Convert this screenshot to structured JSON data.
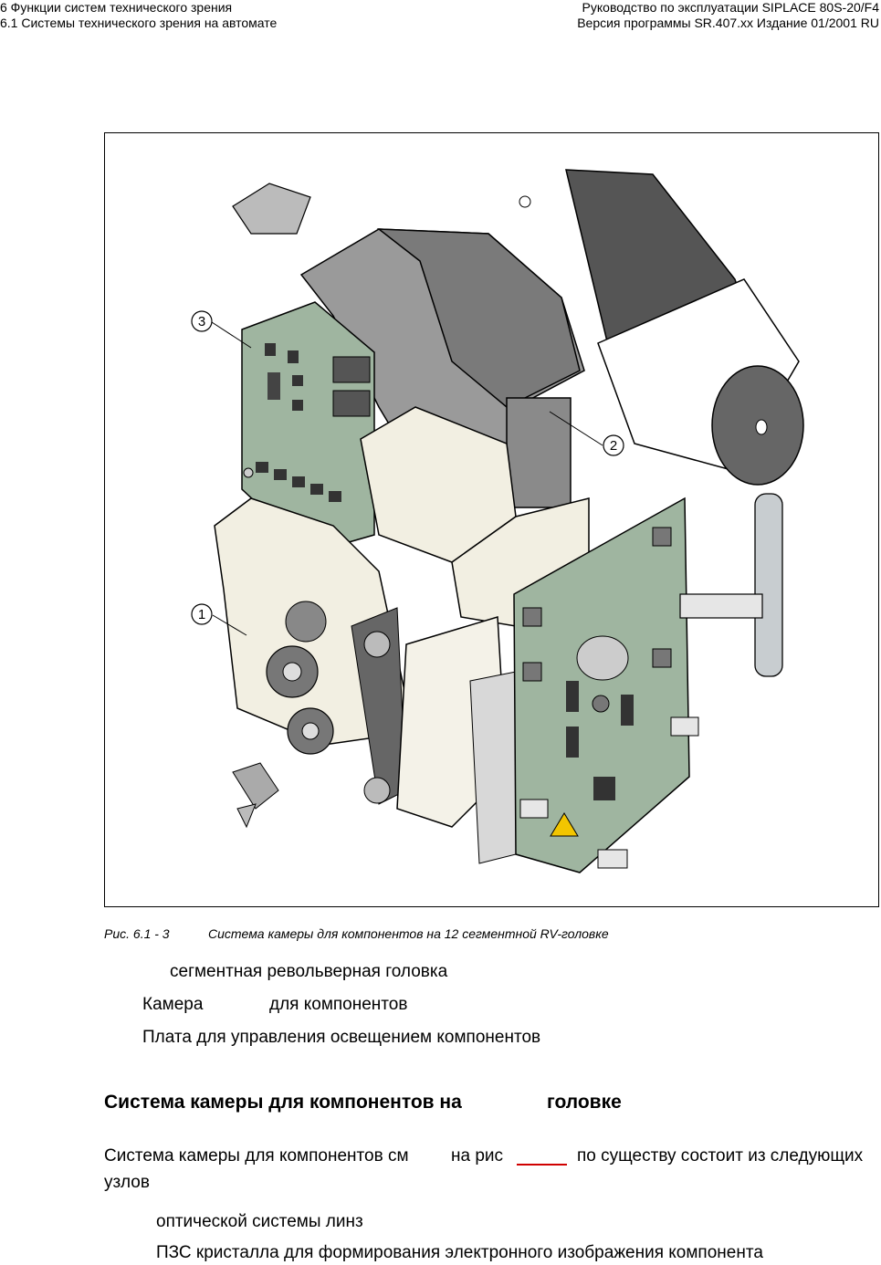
{
  "header": {
    "left_line1": "6 Функции систем технического зрения",
    "left_line2": "6.1 Системы технического зрения на автомате",
    "right_line1": "Руководство по эксплуатации SIPLACE 80S-20/F4",
    "right_line2": "Версия программы SR.407.xx  Издание 01/2001 RU"
  },
  "figure": {
    "callouts": [
      "1",
      "2",
      "3"
    ],
    "caption_number": "Рис. 6.1 - 3",
    "caption_text": "Система камеры для компонентов на 12 сегментной RV-головке"
  },
  "legend": [
    "сегментная револьверная головка",
    "Камера",
    "для компонентов",
    "Плата для управления освещением компонентов"
  ],
  "section": {
    "heading_part1": "Система камеры для компонентов на",
    "heading_part2": "головке",
    "para_part1": "Система камеры для компонентов  см",
    "para_part2": "на рис",
    "para_part3": "по существу состоит из следующих",
    "para_line2": "узлов",
    "items": [
      "оптической системы линз",
      "ПЗС кристалла для формирования электронного изображения компонента"
    ]
  },
  "colors": {
    "reference_underline": "#d00000"
  }
}
